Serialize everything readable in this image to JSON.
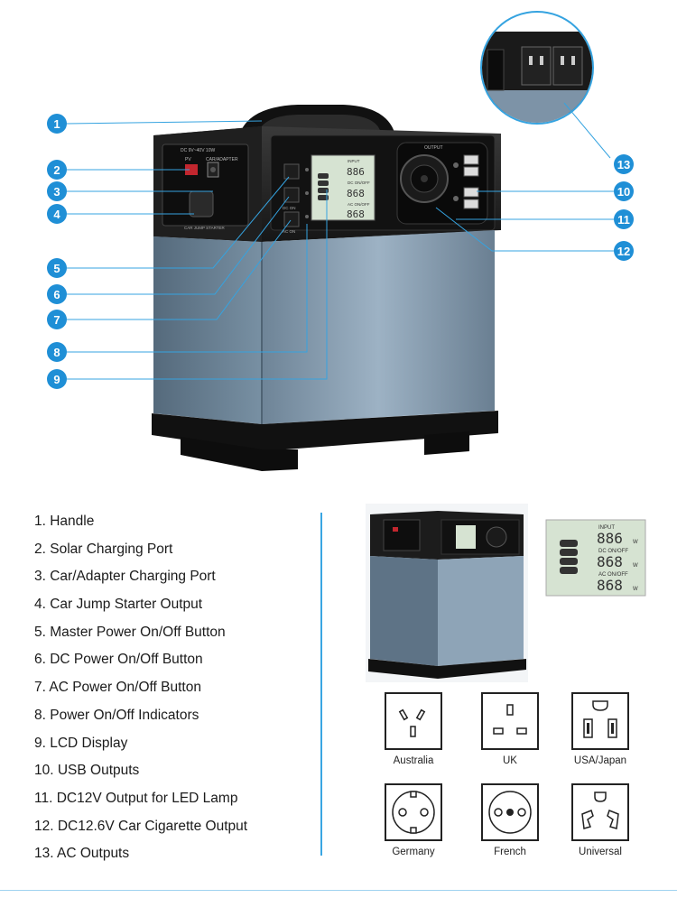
{
  "callouts": [
    "1",
    "2",
    "3",
    "4",
    "5",
    "6",
    "7",
    "8",
    "9",
    "10",
    "11",
    "12",
    "13"
  ],
  "device": {
    "side_panel": {
      "top_text": "DC 9V~40V 10W",
      "pv_label": "PV",
      "car_adapter_label": "CAR/ADAPTER",
      "jump_label": "CAR JUMP STARTER"
    },
    "front_panel": {
      "dc_on_label": "DC ON",
      "ac_on_label": "AC ON",
      "output_label": "OUTPUT"
    },
    "lcd": {
      "input_label": "INPUT",
      "dc_label": "DC ON/OFF",
      "ac_label": "AC ON/OFF",
      "digits": "886",
      "digits_alt": "868",
      "unit": "W"
    }
  },
  "features": [
    "1. Handle",
    "2. Solar Charging Port",
    "3. Car/Adapter Charging Port",
    "4. Car Jump Starter Output",
    "5. Master Power On/Off Button",
    "6. DC Power On/Off Button",
    "7. AC Power On/Off Button",
    "8. Power On/Off Indicators",
    "9. LCD Display",
    "10. USB Outputs",
    "11. DC12V Output for LED Lamp",
    "12. DC12.6V Car Cigarette Output",
    "13. AC Outputs"
  ],
  "sockets": [
    {
      "name": "Australia"
    },
    {
      "name": "UK"
    },
    {
      "name": "USA/Japan"
    },
    {
      "name": "Germany"
    },
    {
      "name": "French"
    },
    {
      "name": "Universal"
    }
  ],
  "colors": {
    "accent": "#1f8fd6",
    "body_blue": "#7d93a7",
    "casing": "#1c1c1c",
    "lcd": "#d6e3d2"
  }
}
